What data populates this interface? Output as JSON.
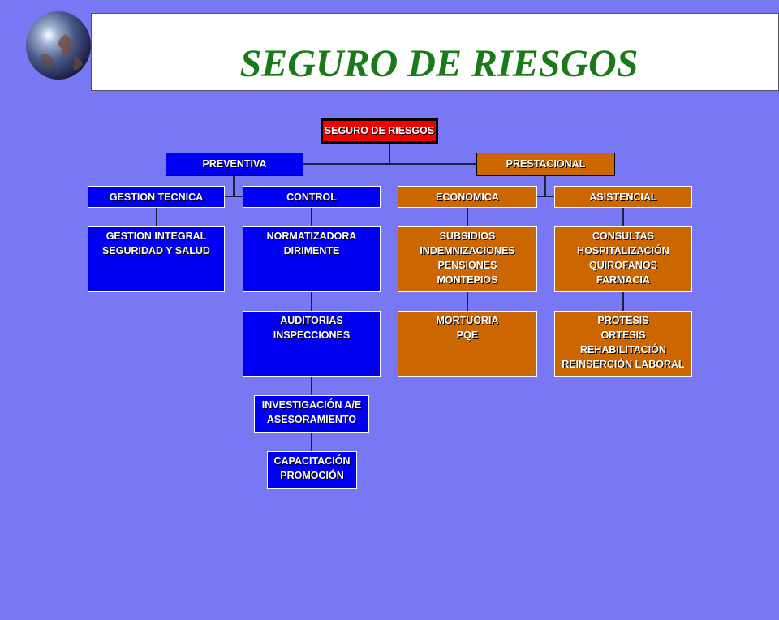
{
  "slide": {
    "title": "SEGURO DE RIESGOS",
    "accent_color": "#1a7a1a",
    "background": "#7878f4",
    "logo_icon": "globe-icon"
  },
  "org_chart": {
    "root": {
      "label": "SEGURO DE RIESGOS",
      "color": "#f40000"
    },
    "preventiva": {
      "label": "PREVENTIVA",
      "color": "#0000f4",
      "gestion_tecnica": {
        "label": "GESTION TECNICA",
        "items": [
          "GESTION INTEGRAL\nSEGURIDAD Y SALUD"
        ]
      },
      "control": {
        "label": "CONTROL",
        "items": [
          "NORMATIZADORA\nDIRIMENTE",
          "AUDITORIAS\nINSPECCIONES",
          "INVESTIGACIÓN A/E\nASESORAMIENTO",
          "CAPACITACIÓN\nPROMOCIÓN"
        ]
      }
    },
    "prestacional": {
      "label": "PRESTACIONAL",
      "color": "#cc6600",
      "economica": {
        "label": "ECONOMICA",
        "items": [
          "SUBSIDIOS\nINDEMNIZACIONES\nPENSIONES\nMONTEPIOS",
          "MORTUORIA\nPQE"
        ]
      },
      "asistencial": {
        "label": "ASISTENCIAL",
        "items": [
          "CONSULTAS\nHOSPITALIZACIÓN\nQUIROFANOS\nFARMACIA",
          "PROTESIS\nORTESIS\nREHABILITACIÓN\nREINSERCIÓN LABORAL"
        ]
      }
    }
  }
}
